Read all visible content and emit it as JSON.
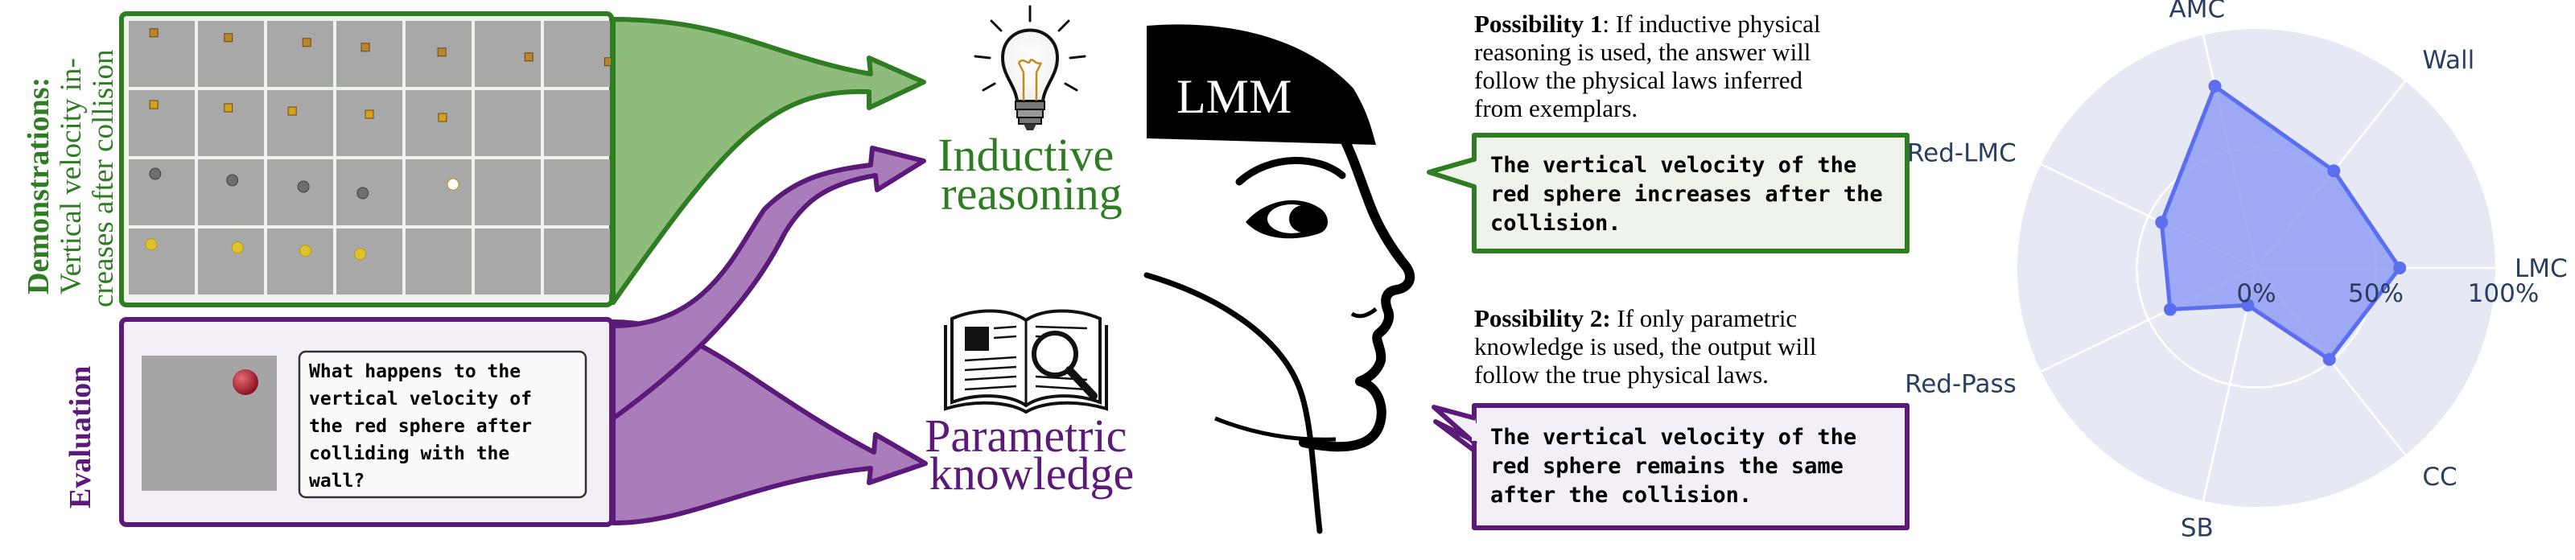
{
  "demonstrations": {
    "title": "Demonstrations:",
    "subtitle_line1": "Vertical velocity in-",
    "subtitle_line2": "creases after collision"
  },
  "evaluation": {
    "title": "Evaluation",
    "question_line1": "What happens to the",
    "question_line2": "vertical velocity of",
    "question_line3": "the red sphere after",
    "question_line4": "colliding with the",
    "question_line5": "wall?"
  },
  "inductive": {
    "line1": "Inductive",
    "line2": "reasoning"
  },
  "parametric": {
    "line1": "Parametric",
    "line2": "knowledge"
  },
  "lmm_label": "LMM",
  "possibility1": {
    "label": "Possibility 1",
    "text_line1": ":  If inductive physical",
    "text_line2": "reasoning is used, the answer will",
    "text_line3": "follow the physical laws inferred",
    "text_line4": "from exemplars.",
    "answer_line1": "The vertical velocity of the",
    "answer_line2": "red sphere increases after the",
    "answer_line3": "collision."
  },
  "possibility2": {
    "label": "Possibility 2:",
    "text_line1": " If only parametric",
    "text_line2": "knowledge is used, the output will",
    "text_line3": "follow the true physical laws.",
    "answer_line1": "The vertical velocity of the",
    "answer_line2": "red sphere remains the same",
    "answer_line3": "after the collision."
  },
  "colors": {
    "green": "#2f7d23",
    "green_fill": "#8fbb7c",
    "green_bg": "#eef4ec",
    "purple": "#5b1a7a",
    "purple_fill": "#a97cba",
    "purple_bg": "#f4eef6",
    "radar_bg": "#e6e8f4",
    "radar_fill": "#8f9df5",
    "radar_line": "#5b6ef0"
  },
  "chart_data": {
    "type": "radar",
    "categories": [
      "LMC",
      "Wall",
      "AMC",
      "Red-LMC",
      "Red-Pass",
      "SB",
      "CC"
    ],
    "values": [
      0.6,
      0.52,
      0.78,
      0.44,
      0.4,
      0.16,
      0.49
    ],
    "radial_range": [
      0,
      1
    ],
    "radial_ticks": [
      "0%",
      "50%",
      "100%"
    ],
    "radial_tick_values": [
      0,
      0.5,
      1
    ],
    "grid": true
  }
}
